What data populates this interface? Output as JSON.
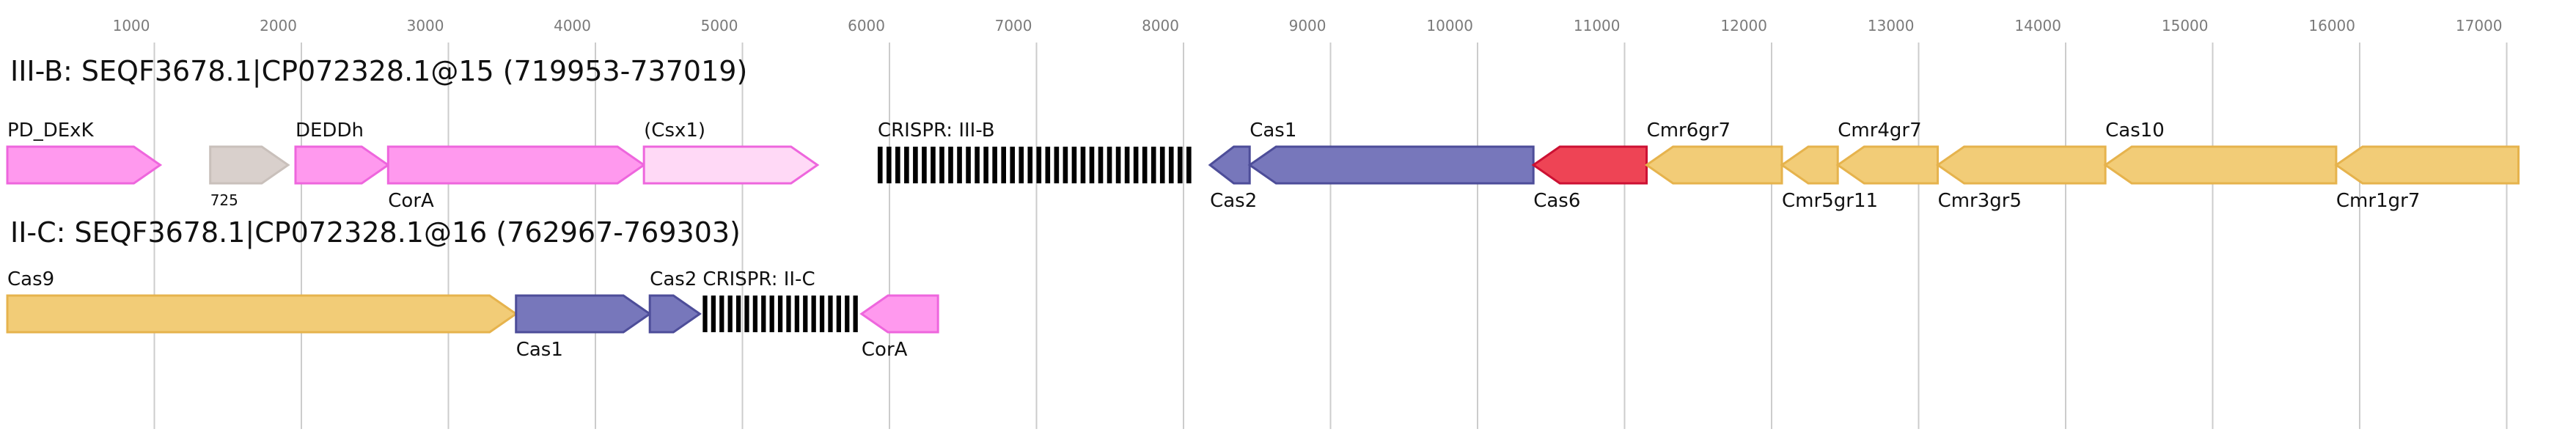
{
  "axis": {
    "ticks": [
      1000,
      2000,
      3000,
      4000,
      5000,
      6000,
      7000,
      8000,
      9000,
      10000,
      11000,
      12000,
      13000,
      14000,
      15000,
      16000,
      17000
    ]
  },
  "colors": {
    "pink": "#ff99ee",
    "pink_light": "#ffd9f6",
    "pink_stroke": "#ee66dd",
    "gray": "#d9d0cc",
    "gray_stroke": "#c9c0bb",
    "navy": "#7777bb",
    "navy_stroke": "#4d4d99",
    "red": "#ee4455",
    "red_stroke": "#cc1133",
    "gold": "#f2cc77",
    "gold_stroke": "#e6b34d",
    "grid": "#cccccc",
    "crispr": "#000000"
  },
  "loci": [
    {
      "title": "III-B: SEQF3678.1|CP072328.1@15 (719953-737019)",
      "genes": [
        {
          "label": "PD_DExK",
          "start": 0,
          "end": 1040,
          "strand": 1,
          "color": "pink",
          "label_pos": "above"
        },
        {
          "label": "725",
          "start": 1380,
          "end": 1910,
          "strand": 1,
          "color": "gray",
          "label_pos": "below",
          "small": true
        },
        {
          "label": "DEDDh",
          "start": 1960,
          "end": 2590,
          "strand": 1,
          "color": "pink",
          "label_pos": "above"
        },
        {
          "label": "CorA",
          "start": 2590,
          "end": 4330,
          "strand": 1,
          "color": "pink",
          "label_pos": "below"
        },
        {
          "label": "(Csx1)",
          "start": 4330,
          "end": 5510,
          "strand": 1,
          "color": "pink_light",
          "label_pos": "above"
        },
        {
          "label": "Cas2",
          "start": 8180,
          "end": 8450,
          "strand": -1,
          "color": "navy",
          "label_pos": "below"
        },
        {
          "label": "Cas1",
          "start": 8450,
          "end": 10380,
          "strand": -1,
          "color": "navy",
          "label_pos": "above"
        },
        {
          "label": "Cas6",
          "start": 10380,
          "end": 11150,
          "strand": -1,
          "color": "red",
          "label_pos": "below"
        },
        {
          "label": "Cmr6gr7",
          "start": 11150,
          "end": 12070,
          "strand": -1,
          "color": "gold",
          "label_pos": "above"
        },
        {
          "label": "Cmr5gr11",
          "start": 12070,
          "end": 12450,
          "strand": -1,
          "color": "gold",
          "label_pos": "below"
        },
        {
          "label": "Cmr4gr7",
          "start": 12450,
          "end": 13130,
          "strand": -1,
          "color": "gold",
          "label_pos": "above"
        },
        {
          "label": "Cmr3gr5",
          "start": 13130,
          "end": 14270,
          "strand": -1,
          "color": "gold",
          "label_pos": "below"
        },
        {
          "label": "Cas10",
          "start": 14270,
          "end": 15840,
          "strand": -1,
          "color": "gold",
          "label_pos": "above"
        },
        {
          "label": "Cmr1gr7",
          "start": 15840,
          "end": 17080,
          "strand": -1,
          "color": "gold",
          "label_pos": "below"
        }
      ],
      "crispr": {
        "label": "CRISPR: III-B",
        "start": 5920,
        "end": 8080,
        "repeats": 36
      }
    },
    {
      "title": "II-C: SEQF3678.1|CP072328.1@16 (762967-769303)",
      "genes": [
        {
          "label": "Cas9",
          "start": 0,
          "end": 3460,
          "strand": 1,
          "color": "gold",
          "label_pos": "above"
        },
        {
          "label": "Cas1",
          "start": 3460,
          "end": 4370,
          "strand": 1,
          "color": "navy",
          "label_pos": "below"
        },
        {
          "label": "Cas2",
          "start": 4370,
          "end": 4710,
          "strand": 1,
          "color": "navy",
          "label_pos": "above"
        },
        {
          "label": "CorA",
          "start": 5810,
          "end": 6330,
          "strand": -1,
          "color": "pink",
          "label_pos": "below"
        }
      ],
      "crispr": {
        "label": "CRISPR: II-C",
        "start": 4730,
        "end": 5810,
        "repeats": 19
      }
    }
  ]
}
